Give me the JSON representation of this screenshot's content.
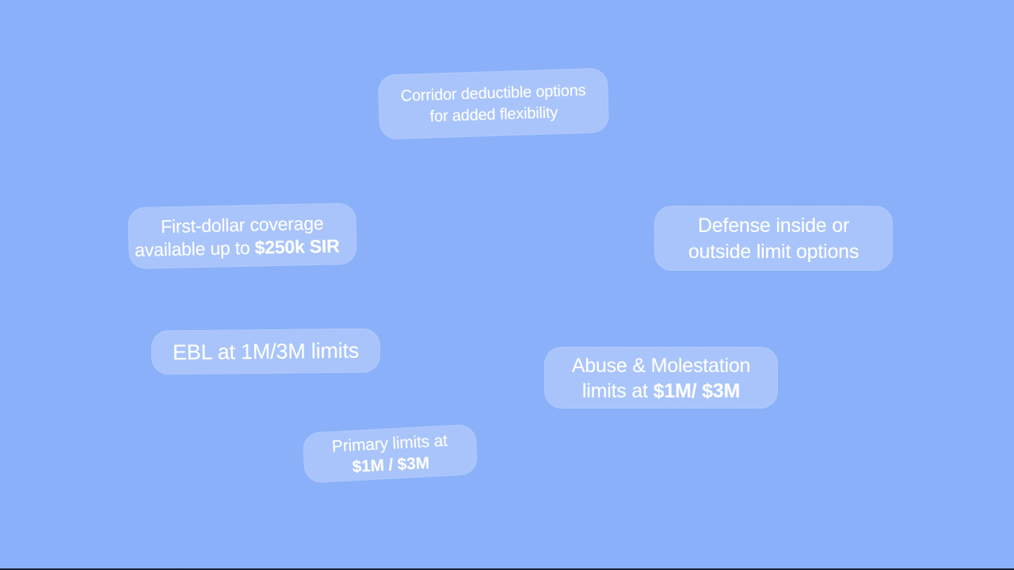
{
  "scene": {
    "background_color": "#8ab0fa",
    "pill_color": "rgba(255,255,255,0.26)",
    "text_color": "#ffffff",
    "bottom_edge_color": "#1a2030"
  },
  "pills": [
    {
      "name": "corridor-deductible",
      "line1": "Corridor deductible options",
      "line2": "for added flexibility"
    },
    {
      "name": "first-dollar-coverage",
      "line1": "First-dollar coverage",
      "line2_pre": "available up to ",
      "line2_bold": "$250k SIR"
    },
    {
      "name": "defense-limit-options",
      "line1": "Defense inside or",
      "line2": "outside limit options"
    },
    {
      "name": "ebl-limits",
      "line1": "EBL at 1M/3M limits"
    },
    {
      "name": "abuse-molestation-limits",
      "line1": "Abuse & Molestation",
      "line2_pre": "limits at ",
      "line2_bold": "$1M/ $3M"
    },
    {
      "name": "primary-limits",
      "line1": "Primary limits at",
      "line2_bold": "$1M / $3M"
    }
  ]
}
